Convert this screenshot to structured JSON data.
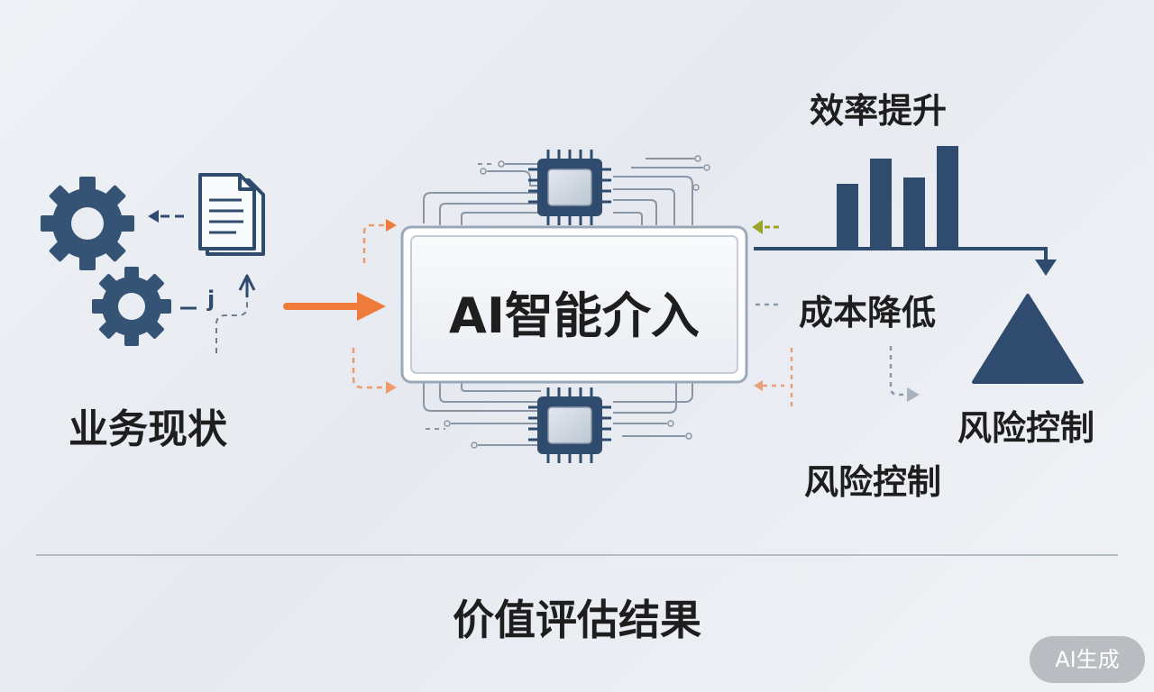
{
  "labels": {
    "current_state": "业务现状",
    "ai_intervention": "AI智能介入",
    "efficiency": "效率提升",
    "cost_reduction": "成本降低",
    "risk_control_right": "风险控制",
    "risk_control_bottom": "风险控制",
    "value_result": "价值评估结果",
    "gear_small_mark": "j"
  },
  "badge": {
    "text": "AI生成"
  },
  "colors": {
    "navy": "#2f4b6e",
    "orange": "#ef7b3a",
    "olive": "#9aa52a",
    "gray_dash": "#8a9aad",
    "panel_border": "#b9c3cf"
  },
  "icons": [
    "gear-icon",
    "document-icon",
    "chip-icon",
    "bar-chart-icon",
    "triangle-icon",
    "arrow-icon"
  ],
  "bar_chart": {
    "values": [
      3,
      4.2,
      3.3,
      4.8
    ]
  }
}
